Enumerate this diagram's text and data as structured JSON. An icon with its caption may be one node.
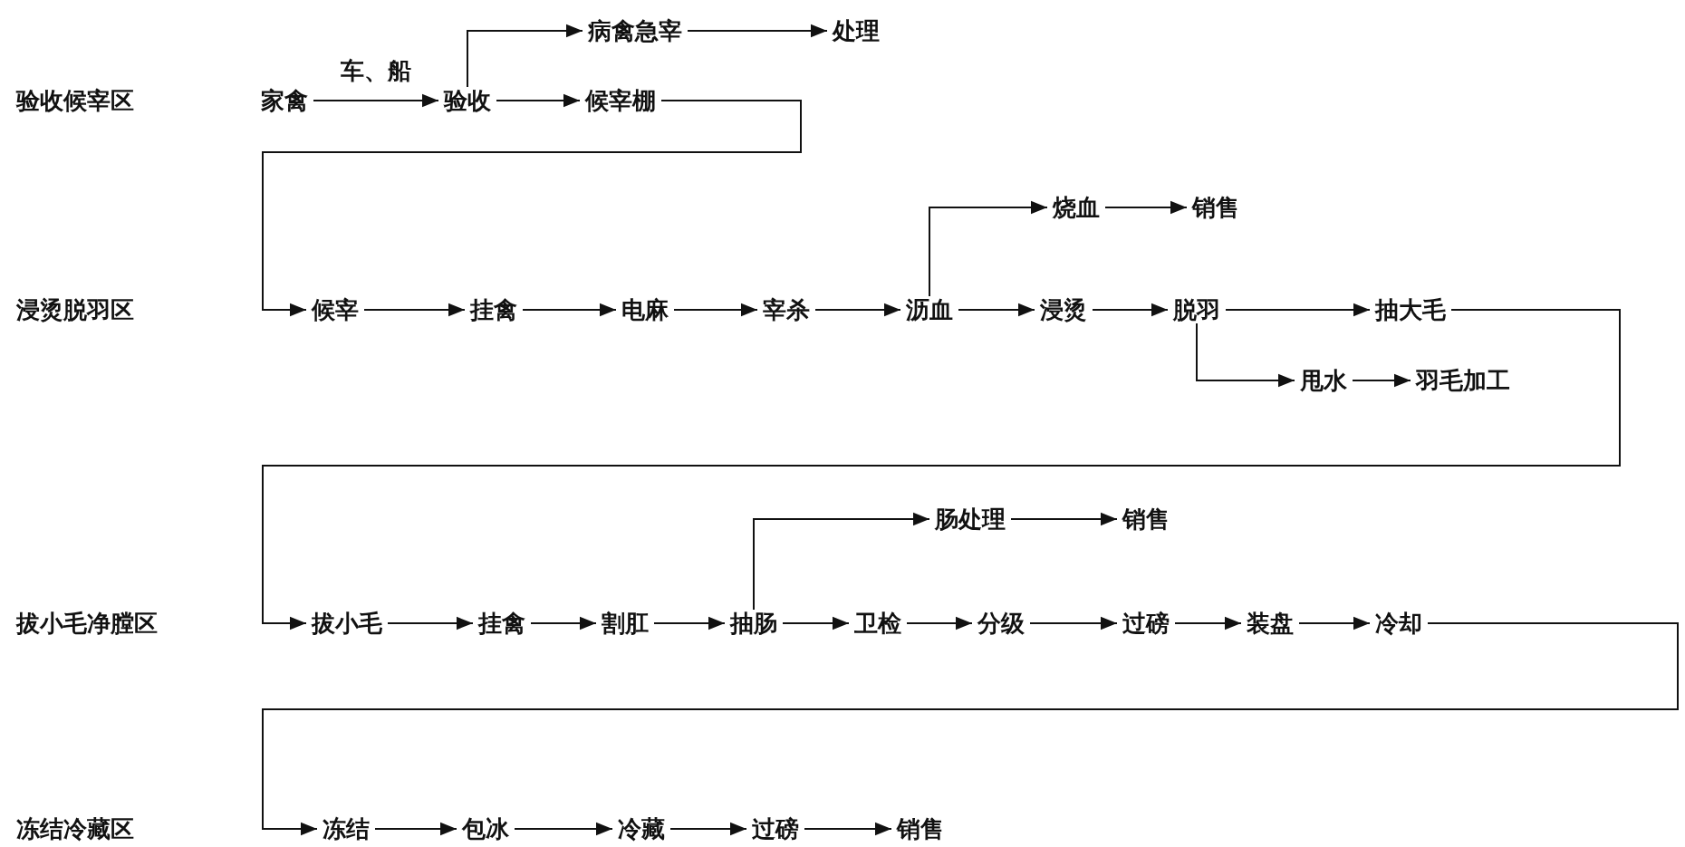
{
  "diagram": {
    "nodes": [
      {
        "text": [
          "家禽"
        ]
      },
      {
        "text": [
          "验收"
        ]
      },
      {
        "text": [
          "病禽急宰"
        ]
      },
      {
        "text": [
          "处理"
        ]
      },
      {
        "text": [
          "候宰棚"
        ]
      },
      {
        "text": [
          "候宰"
        ]
      },
      {
        "text": [
          "挂禽"
        ]
      },
      {
        "text": [
          "电麻"
        ]
      },
      {
        "text": [
          "宰杀"
        ]
      },
      {
        "text": [
          "沥血"
        ]
      },
      {
        "text": [
          "烧血"
        ]
      },
      {
        "text": [
          "销售"
        ]
      },
      {
        "text": [
          "浸烫"
        ]
      },
      {
        "text": [
          "脱羽"
        ]
      },
      {
        "text": [
          "抽大毛"
        ]
      },
      {
        "text": [
          "甩水"
        ]
      },
      {
        "text": [
          "羽毛加工"
        ]
      },
      {
        "text": [
          "拔小毛"
        ]
      },
      {
        "text": [
          "挂禽"
        ]
      },
      {
        "text": [
          "割肛"
        ]
      },
      {
        "text": [
          "抽肠"
        ]
      },
      {
        "text": [
          "肠处理"
        ]
      },
      {
        "text": [
          "销售"
        ]
      },
      {
        "text": [
          "卫检"
        ]
      },
      {
        "text": [
          "分级"
        ]
      },
      {
        "text": [
          "过磅"
        ]
      },
      {
        "text": [
          "装盘"
        ]
      },
      {
        "text": [
          "冷却"
        ]
      },
      {
        "text": [
          "冻结"
        ]
      },
      {
        "text": [
          "包冰"
        ]
      },
      {
        "text": [
          "冷藏"
        ]
      },
      {
        "text": [
          "过磅"
        ]
      },
      {
        "text": [
          "销售"
        ]
      }
    ],
    "edges": [
      {
        "from": 0,
        "to": 1,
        "arrow": "to",
        "label": "车、船"
      },
      {
        "from": 1,
        "to": 2,
        "arrow": "to"
      },
      {
        "from": 2,
        "to": 3,
        "arrow": "to"
      },
      {
        "from": 1,
        "to": 4,
        "arrow": "to"
      },
      {
        "from": 4,
        "to": 5,
        "arrow": "to"
      },
      {
        "from": 5,
        "to": 6,
        "arrow": "to"
      },
      {
        "from": 6,
        "to": 7,
        "arrow": "to"
      },
      {
        "from": 7,
        "to": 8,
        "arrow": "to"
      },
      {
        "from": 8,
        "to": 9,
        "arrow": "to"
      },
      {
        "from": 9,
        "to": 10,
        "arrow": "to"
      },
      {
        "from": 10,
        "to": 11,
        "arrow": "to"
      },
      {
        "from": 9,
        "to": 12,
        "arrow": "to"
      },
      {
        "from": 12,
        "to": 13,
        "arrow": "to"
      },
      {
        "from": 13,
        "to": 14,
        "arrow": "to"
      },
      {
        "from": 14,
        "to": 17,
        "arrow": "to"
      },
      {
        "from": 13,
        "to": 15,
        "arrow": "to"
      },
      {
        "from": 15,
        "to": 16,
        "arrow": "to"
      },
      {
        "from": 17,
        "to": 18,
        "arrow": "to"
      },
      {
        "from": 18,
        "to": 19,
        "arrow": "to"
      },
      {
        "from": 19,
        "to": 20,
        "arrow": "to"
      },
      {
        "from": 20,
        "to": 21,
        "arrow": "to"
      },
      {
        "from": 21,
        "to": 22,
        "arrow": "to"
      },
      {
        "from": 20,
        "to": 23,
        "arrow": "to"
      },
      {
        "from": 23,
        "to": 24,
        "arrow": "to"
      },
      {
        "from": 24,
        "to": 25,
        "arrow": "to"
      },
      {
        "from": 25,
        "to": 26,
        "arrow": "to"
      },
      {
        "from": 26,
        "to": 27,
        "arrow": "to"
      },
      {
        "from": 27,
        "to": 28,
        "arrow": "to"
      },
      {
        "from": 28,
        "to": 29,
        "arrow": "to"
      },
      {
        "from": 29,
        "to": 30,
        "arrow": "to"
      },
      {
        "from": 30,
        "to": 31,
        "arrow": "to"
      },
      {
        "from": 31,
        "to": 32,
        "arrow": "to"
      }
    ],
    "labels": [
      "验收候宰区",
      "浸烫脱羽区",
      "拔小毛净膛区",
      "冻结冷藏区"
    ]
  }
}
